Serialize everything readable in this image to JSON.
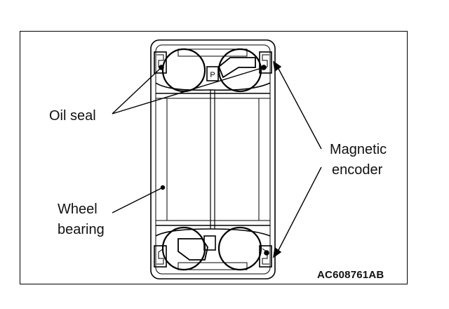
{
  "labels": {
    "oil_seal": "Oil seal",
    "magnetic_encoder_line1": "Magnetic",
    "magnetic_encoder_line2": "encoder",
    "wheel_bearing_line1": "Wheel",
    "wheel_bearing_line2": "bearing"
  },
  "figure_code": "AC608761AB",
  "colors": {
    "line": "#000000",
    "background": "#ffffff"
  }
}
